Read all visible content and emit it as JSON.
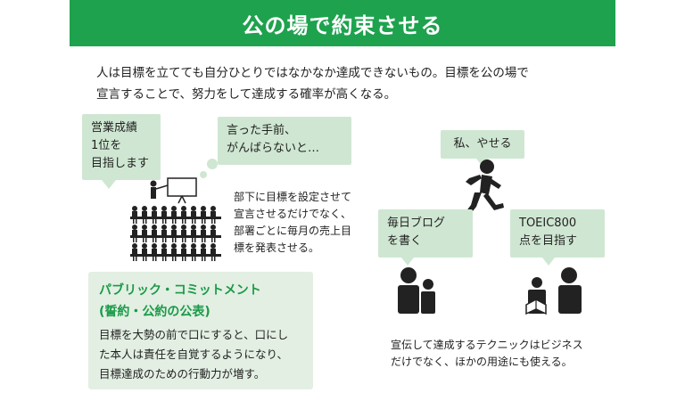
{
  "header": {
    "title": "公の場で約束させる"
  },
  "intro": {
    "line1": "人は目標を立てても自分ひとりではなかなか達成できないもの。目標を公の場で",
    "line2": "宣言することで、努力をして達成する確率が高くなる。"
  },
  "bubbles": {
    "sales": [
      "営業成績",
      "1位を",
      "目指します"
    ],
    "said": [
      "言った手前、",
      "がんばらないと…"
    ],
    "diet": "私、やせる",
    "blog": [
      "毎日ブログ",
      "を書く"
    ],
    "toeic": [
      "TOEIC800",
      "点を目指す"
    ]
  },
  "meeting_caption": [
    "部下に目標を設定させて",
    "宣言させるだけでなく、",
    "部署ごとに毎月の売上目",
    "標を発表させる。"
  ],
  "technique_caption": [
    "宣伝して達成するテクニックはビジネス",
    "だけでなく、ほかの用途にも使える。"
  ],
  "infobox": {
    "title1": "パブリック・コミットメント",
    "title2": "(誓約・公約の公表)",
    "body": [
      "目標を大勢の前で口にすると、口にし",
      "た本人は責任を自覚するようになり、",
      "目標達成のための行動力が増す。"
    ]
  },
  "colors": {
    "header": "#1ea24e",
    "bubble": "#cfe7d2",
    "infobox": "#e3efe3",
    "accent_text": "#1a9a48"
  }
}
